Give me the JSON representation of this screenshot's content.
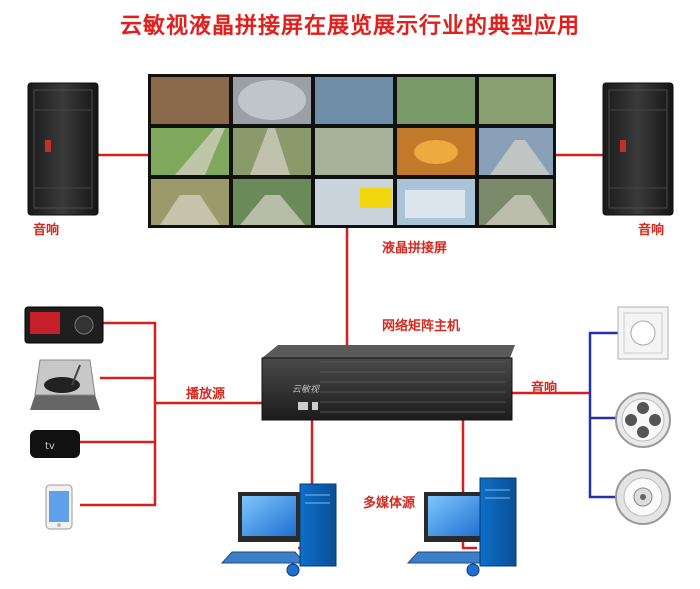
{
  "title": "云敏视液晶拼接屏在展览展示行业的典型应用",
  "labels": {
    "speaker_left": "音响",
    "speaker_right": "音响",
    "video_wall": "液晶拼接屏",
    "matrix_host": "网络矩阵主机",
    "playback_source": "播放源",
    "audio_out": "音响",
    "multimedia_source": "多媒体源"
  },
  "device_brand": "云敏视",
  "colors": {
    "title": "#e0201c",
    "label": "#d42a1f",
    "red_line": "#d42020",
    "blue_line": "#2233aa"
  }
}
